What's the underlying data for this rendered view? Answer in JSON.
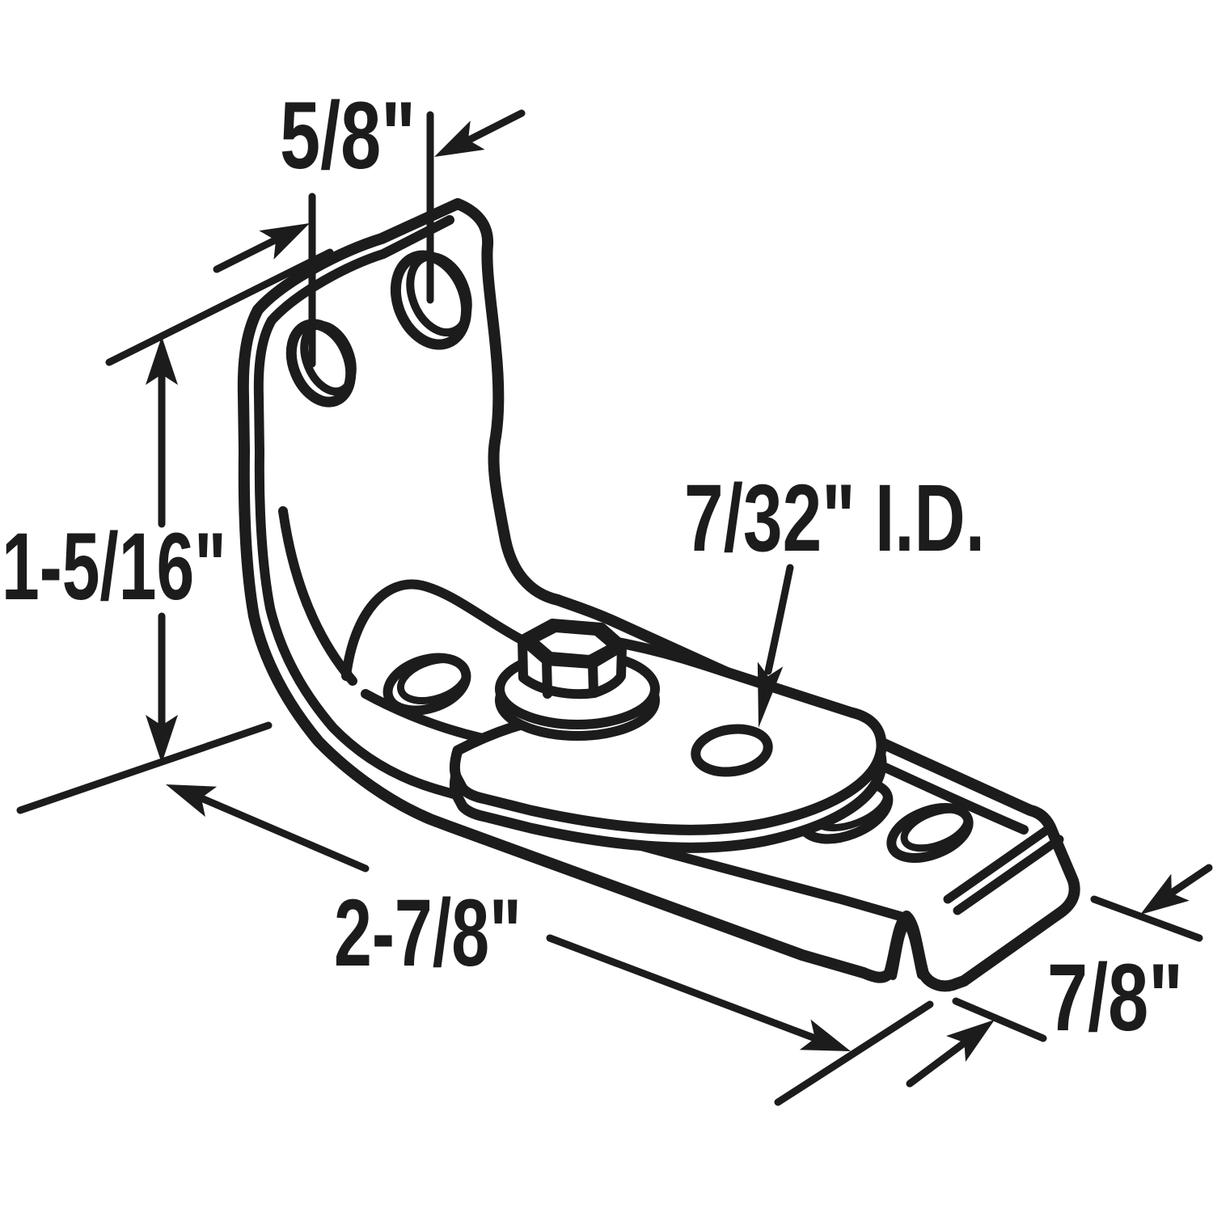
{
  "drawing": {
    "background": "#ffffff",
    "ink_color": "#1c1c1c",
    "labels": {
      "hole_spacing": "5/8\"",
      "upright_height": "1-5/16\"",
      "base_length": "2-7/8\"",
      "base_depth": "7/8\"",
      "inner_diameter": "7/32\" I.D."
    }
  }
}
